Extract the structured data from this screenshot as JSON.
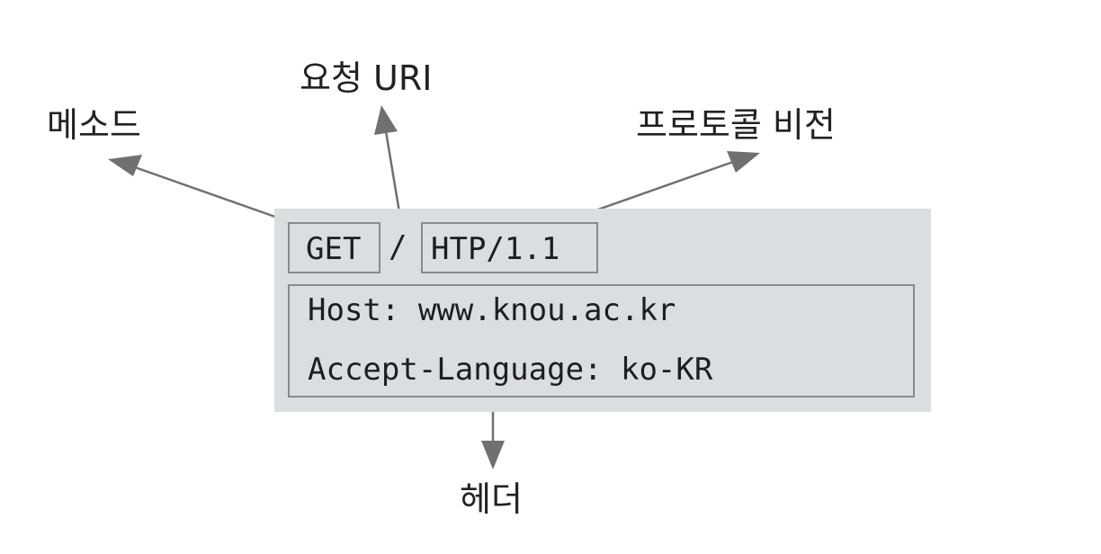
{
  "labels": {
    "method": "메소드",
    "request_uri": "요청 URI",
    "protocol_version": "프로토콜 비전",
    "header": "헤더"
  },
  "request": {
    "method": "GET",
    "uri": "/",
    "protocol": "HTP/1.1",
    "headers": [
      "Host: www.knou.ac.kr",
      "Accept-Language: ko-KR"
    ]
  },
  "colors": {
    "box_background": "#dcdddf",
    "box_border": "#8a8a8a",
    "arrow": "#707070",
    "text": "#222222"
  }
}
